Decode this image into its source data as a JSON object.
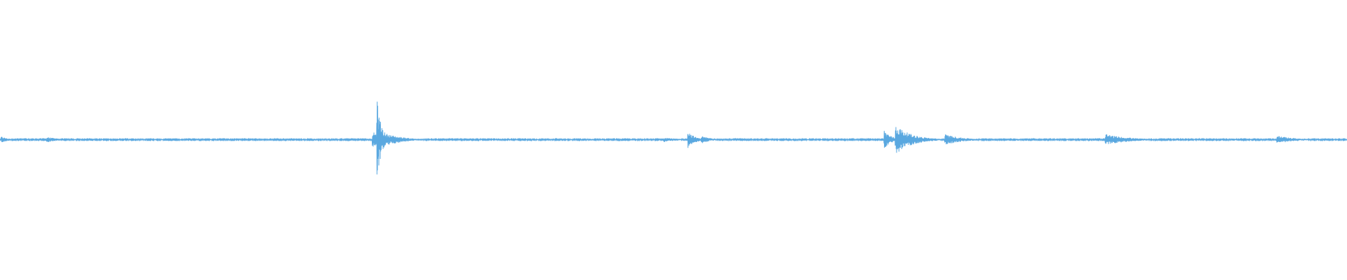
{
  "waveform": {
    "color": "#5aa8e0",
    "duration_s": 120,
    "noise_amplitude": 0.015,
    "bursts": [
      {
        "time_s": 0.15,
        "amplitude": 0.08,
        "decay_s": 0.6
      },
      {
        "time_s": 4.2,
        "amplitude": 0.07,
        "decay_s": 1.0
      },
      {
        "time_s": 28.0,
        "amplitude": 0.03,
        "decay_s": 0.5
      },
      {
        "time_s": 33.2,
        "amplitude": 0.2,
        "decay_s": 1.2
      },
      {
        "time_s": 33.6,
        "amplitude": 1.0,
        "decay_s": 0.4
      },
      {
        "time_s": 34.5,
        "amplitude": 0.15,
        "decay_s": 1.5
      },
      {
        "time_s": 52.5,
        "amplitude": 0.03,
        "decay_s": 0.8
      },
      {
        "time_s": 59.2,
        "amplitude": 0.06,
        "decay_s": 1.2
      },
      {
        "time_s": 61.3,
        "amplitude": 0.22,
        "decay_s": 0.6
      },
      {
        "time_s": 62.5,
        "amplitude": 0.1,
        "decay_s": 0.8
      },
      {
        "time_s": 78.8,
        "amplitude": 0.25,
        "decay_s": 0.6
      },
      {
        "time_s": 79.8,
        "amplitude": 0.38,
        "decay_s": 1.4
      },
      {
        "time_s": 81.0,
        "amplitude": 0.1,
        "decay_s": 1.6
      },
      {
        "time_s": 84.2,
        "amplitude": 0.14,
        "decay_s": 1.5
      },
      {
        "time_s": 90.3,
        "amplitude": 0.04,
        "decay_s": 0.8
      },
      {
        "time_s": 98.5,
        "amplitude": 0.14,
        "decay_s": 2.0
      },
      {
        "time_s": 100.5,
        "amplitude": 0.06,
        "decay_s": 1.0
      },
      {
        "time_s": 109.8,
        "amplitude": 0.03,
        "decay_s": 0.8
      },
      {
        "time_s": 113.8,
        "amplitude": 0.1,
        "decay_s": 1.6
      }
    ]
  }
}
